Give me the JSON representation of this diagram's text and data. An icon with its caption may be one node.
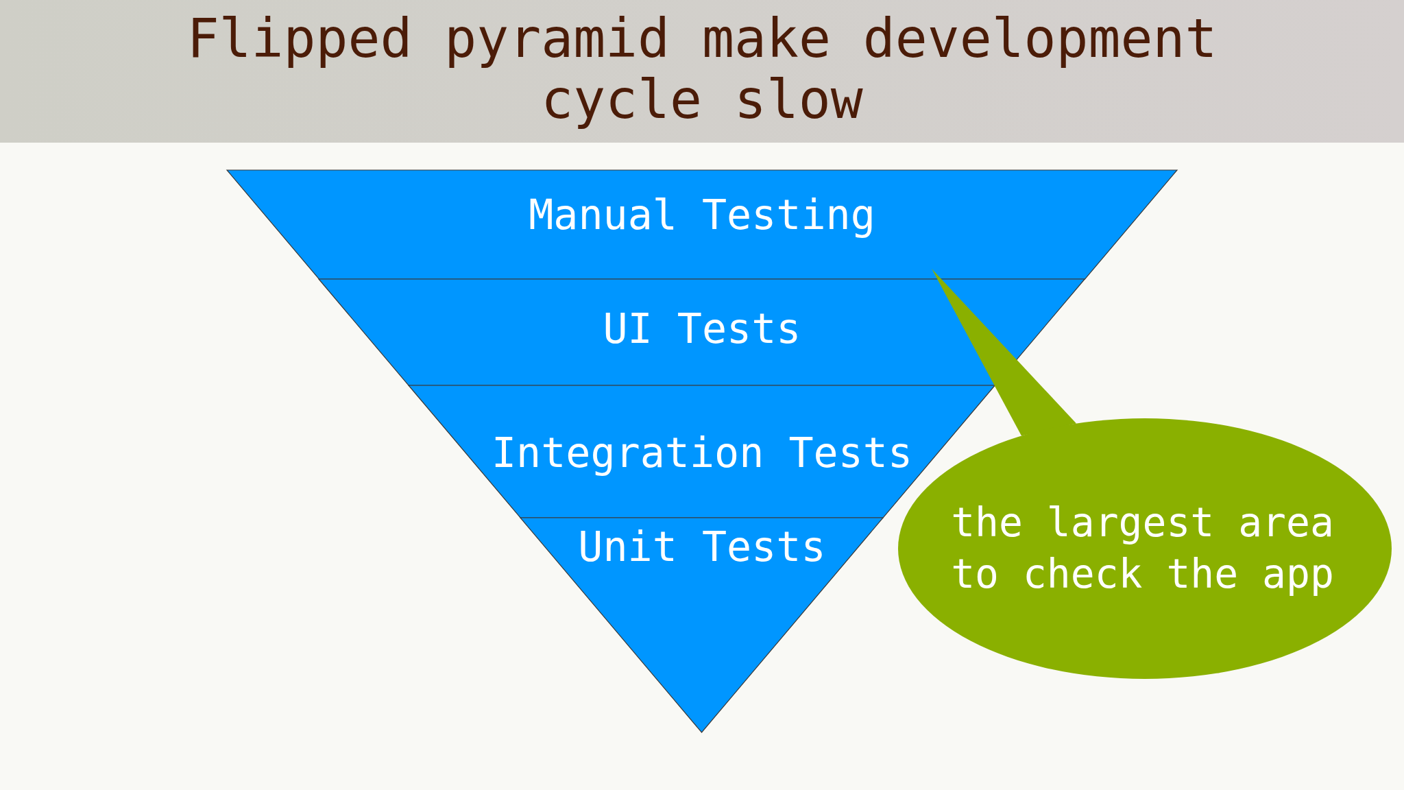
{
  "diagram": {
    "title": "Flipped pyramid make development cycle slow",
    "nodes": [
      {
        "text": [
          "Manual Testing"
        ]
      },
      {
        "text": [
          "UI Tests"
        ]
      },
      {
        "text": [
          "Integration Tests"
        ]
      },
      {
        "text": [
          "Unit Tests"
        ]
      },
      {
        "text": [
          "the largest area to check the app"
        ]
      }
    ],
    "edges": [
      {
        "from": 4,
        "to": 0,
        "arrow": "none"
      }
    ]
  }
}
